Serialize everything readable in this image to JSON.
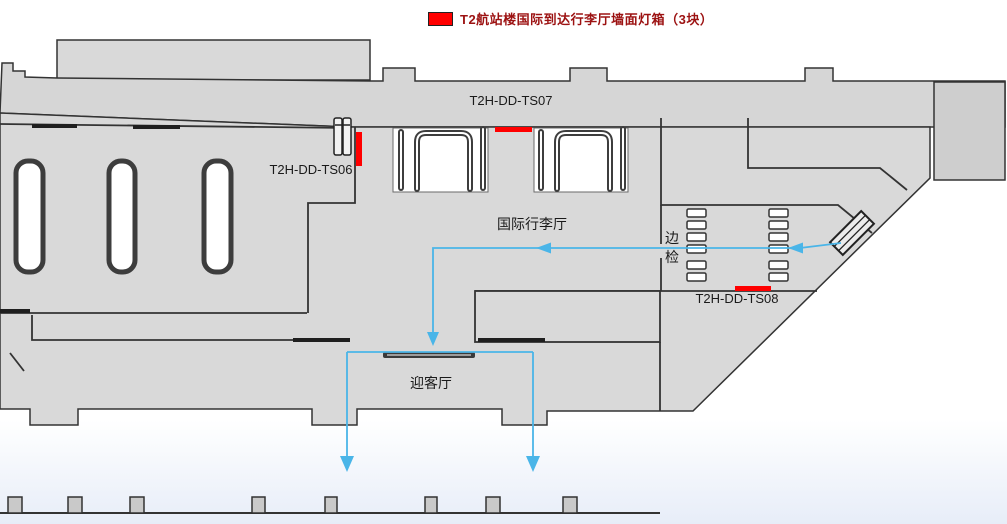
{
  "legend": {
    "label": "T2航站楼国际到达行李厅墙面灯箱（3块）",
    "swatch_color": "#ff0000",
    "text_color": "#9c1212"
  },
  "lightboxes": {
    "ts06": "T2H-DD-TS06",
    "ts07": "T2H-DD-TS07",
    "ts08": "T2H-DD-TS08",
    "count_note": "3块",
    "marker_color": "#ff0000"
  },
  "rooms": {
    "international_baggage_hall": "国际行李厅",
    "border_inspection_char1": "边",
    "border_inspection_char2": "检",
    "welcome_hall": "迎客厅"
  },
  "colors": {
    "floor_fill": "#d9d9d9",
    "band_fill": "#d6d6d6",
    "right_section_fill": "#cecece",
    "outline": "#333333",
    "flow_arrow": "#4ab5e8",
    "highlight_red": "#ff0000"
  }
}
